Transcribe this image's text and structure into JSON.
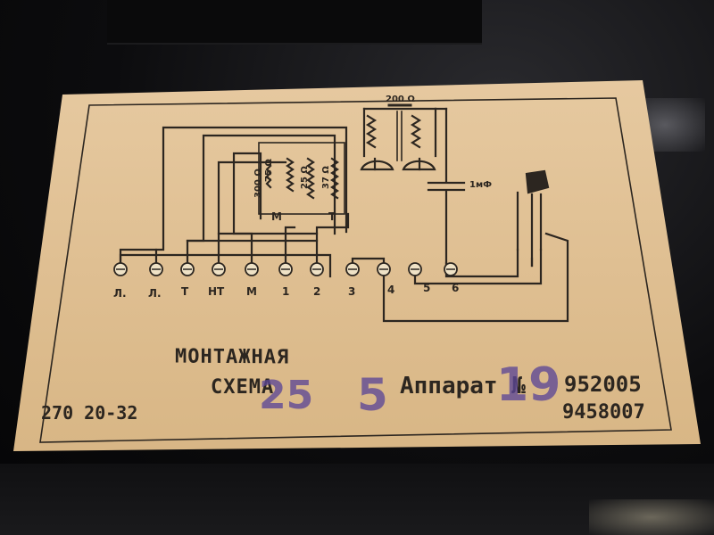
{
  "label": {
    "title_line1": "МОНТАЖНАЯ",
    "title_line2": "СХЕМА",
    "apparatus_label": "Аппарат №",
    "serial_numbers": [
      "952005",
      "9458007"
    ],
    "form_code": "270 20-32",
    "date_stamp": {
      "day": "25",
      "month": "5",
      "year": "19"
    }
  },
  "schematic": {
    "terminals": [
      "Л.",
      "Л.",
      "Т",
      "НТ",
      "М",
      "1",
      "2",
      "3",
      "4",
      "5",
      "6"
    ],
    "components": {
      "resistor_top": "200 Ω",
      "capacitor": "1мФ",
      "coil_left_value": "300 Ω",
      "coil_left_value2": "75 Ω",
      "coil_mid_value": "25 Ω",
      "coil_right_value": "37 Ω",
      "marker_m": "М",
      "marker_t": "Т"
    }
  },
  "colors": {
    "paper": "#e0c090",
    "ink": "#2c2620",
    "stamp_ink": "#5c4696",
    "background": "#0c0c0e"
  }
}
